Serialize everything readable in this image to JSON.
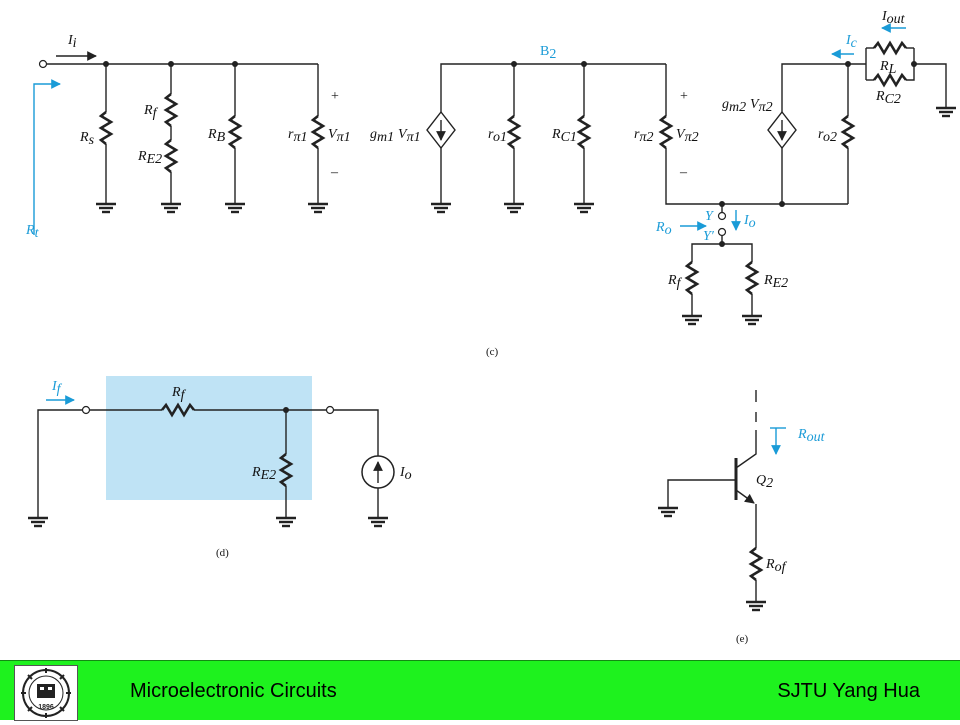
{
  "figure": {
    "c": {
      "caption": "(c)",
      "Ii": "I",
      "Ii_sub": "i",
      "Rt": "R",
      "Rt_sub": "t",
      "Rs": "R",
      "Rs_sub": "s",
      "Rf": "R",
      "Rf_sub": "f",
      "RE2": "R",
      "RE2_sub": "E2",
      "RB": "R",
      "RB_sub": "B",
      "rpi1": "r",
      "rpi1_sub": "π1",
      "Vpi1": "V",
      "Vpi1_sub": "π1",
      "plus": "+",
      "minus": "–",
      "gm1": "g",
      "gm1_sub": "m1",
      "ro1": "r",
      "ro1_sub": "o1",
      "RC1": "R",
      "RC1_sub": "C1",
      "B2": "B",
      "B2_sub": "2",
      "rpi2": "r",
      "rpi2_sub": "π2",
      "Vpi2": "V",
      "Vpi2_sub": "π2",
      "gm2": "g",
      "gm2_sub": "m2",
      "ro2": "r",
      "ro2_sub": "o2",
      "Ic": "I",
      "Ic_sub": "c",
      "Iout": "I",
      "Iout_sub": "out",
      "RL": "R",
      "RL_sub": "L",
      "RC2": "R",
      "RC2_sub": "C2",
      "Ro": "R",
      "Ro_sub": "o",
      "Y": "Y",
      "Yp": "Y′",
      "Io": "I",
      "Io_sub": "o"
    },
    "d": {
      "caption": "(d)",
      "If": "I",
      "If_sub": "f",
      "Rf": "R",
      "Rf_sub": "f",
      "RE2": "R",
      "RE2_sub": "E2",
      "Io": "I",
      "Io_sub": "o"
    },
    "e": {
      "caption": "(e)",
      "Rout": "R",
      "Rout_sub": "out",
      "Q2": "Q",
      "Q2_sub": "2",
      "Rof": "R",
      "Rof_sub": "of"
    }
  },
  "colors": {
    "accent": "#1a9bd7",
    "highlight": "#bfe3f5",
    "footer_bg": "#1ef21e"
  },
  "footer": {
    "course": "Microelectronic Circuits",
    "author": "SJTU  Yang Hua",
    "logo_icon": "sjtu-seal-logo",
    "logo_year": "1896"
  }
}
